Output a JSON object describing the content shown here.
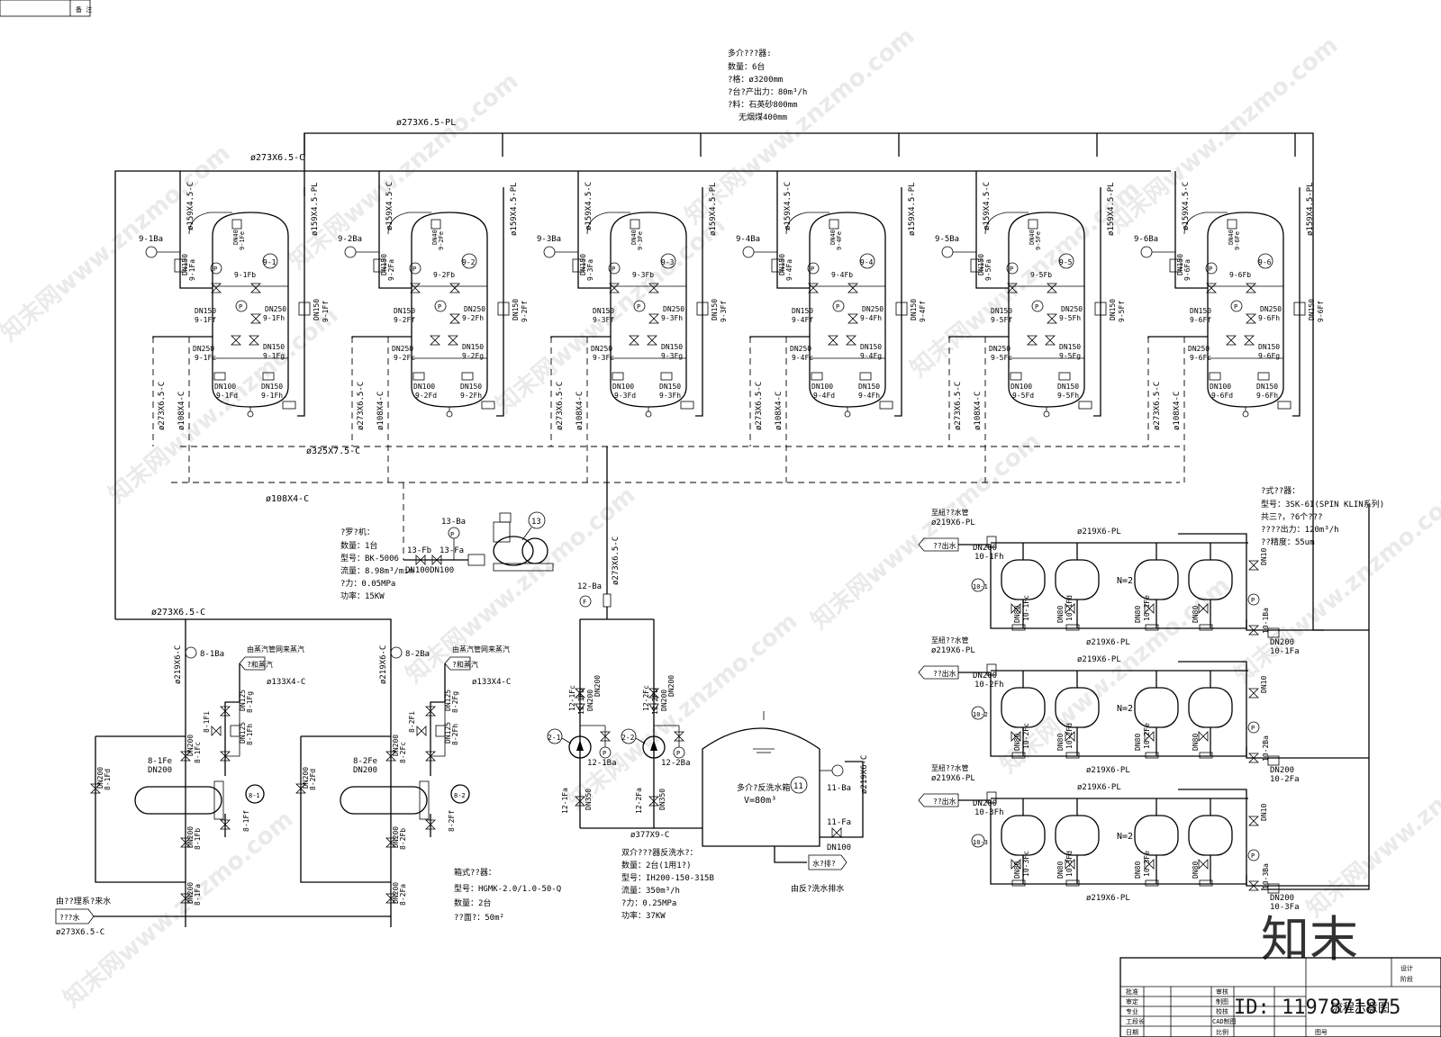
{
  "corner_label": "备 注",
  "filter_spec": {
    "title": "多介???器:",
    "lines": [
      "数量：6台",
      "?格：ø3200mm",
      "?台?产出力：80m³/h",
      "?料：石英砂800mm",
      "无烟煤400mm"
    ]
  },
  "pipes": {
    "top_pl": "ø273X6.5-PL",
    "top_c": "ø273X6.5-C",
    "riser_c": "ø159X4.5-C",
    "riser_pl": "ø159X4.5-PL",
    "drop_c": "ø273X6.5-C",
    "drop_small": "ø108X4-C",
    "collector": "ø325X7.5-C",
    "air_header": "ø108X4-C",
    "left_supply": "ø273X6.5-C",
    "hx_riser": "ø219X6-C",
    "steam_in": "ø133X4-C",
    "pump_out": "ø377X9-C",
    "pump_riser": "ø273X6.5-C",
    "inlet": "ø273X6.5-C",
    "soft_pl": "ø219X6-PL",
    "soft_out": "至紐??水管",
    "tank_side": "ø219X6-C",
    "soft_head": "ø219X6-PL"
  },
  "filters": [
    {
      "num": "9-1",
      "ba": "9-1Ba",
      "fa": "9-1Fa",
      "fb": "9-1Fb",
      "fc": "9-1Fc",
      "fd": "9-1Fd",
      "fe": "9-1Fe",
      "ff": "9-1Ff",
      "fg": "9-1Fg",
      "fh": "9-1Fh"
    },
    {
      "num": "9-2",
      "ba": "9-2Ba",
      "fa": "9-2Fa",
      "fb": "9-2Fb",
      "fc": "9-2Fc",
      "fd": "9-2Fd",
      "fe": "9-2Fe",
      "ff": "9-2Ff",
      "fg": "9-2Fg",
      "fh": "9-2Fh"
    },
    {
      "num": "9-3",
      "ba": "9-3Ba",
      "fa": "9-3Fa",
      "fb": "9-3Fb",
      "fc": "9-3Fc",
      "fd": "9-3Fd",
      "fe": "9-3Fe",
      "ff": "9-3Ff",
      "fg": "9-3Fg",
      "fh": "9-3Fh"
    },
    {
      "num": "9-4",
      "ba": "9-4Ba",
      "fa": "9-4Fa",
      "fb": "9-4Fb",
      "fc": "9-4Fc",
      "fd": "9-4Fd",
      "fe": "9-4Fe",
      "ff": "9-4Ff",
      "fg": "9-4Fg",
      "fh": "9-4Fh"
    },
    {
      "num": "9-5",
      "ba": "9-5Ba",
      "fa": "9-5Fa",
      "fb": "9-5Fb",
      "fc": "9-5Fc",
      "fd": "9-5Fd",
      "fe": "9-5Fe",
      "ff": "9-5Ff",
      "fg": "9-5Fg",
      "fh": "9-5Fh"
    },
    {
      "num": "9-6",
      "ba": "9-6Ba",
      "fa": "9-6Fa",
      "fb": "9-6Fb",
      "fc": "9-6Fc",
      "fd": "9-6Fd",
      "fe": "9-6Fe",
      "ff": "9-6Ff",
      "fg": "9-6Fg",
      "fh": "9-6Fh"
    }
  ],
  "dn": {
    "d150": "DN150",
    "d250": "DN250",
    "d100": "DN100",
    "d40": "DN40",
    "d200": "DN200",
    "d125": "DN125",
    "d350": "DN350",
    "d80": "DN80",
    "d10": "DN10"
  },
  "blower": {
    "title": "?罗?机：",
    "lines": [
      "数量：1台",
      "型号：BK-5006",
      "流量：8.98m³/min",
      "?力：0.05MPa",
      "功率：15KW"
    ],
    "tag": "13",
    "ba": "13-Ba",
    "fb": "13-Fb",
    "fa": "13-Fa",
    "dn": "DN100DN100"
  },
  "heaters": {
    "title": "箱式??器：",
    "lines": [
      "型号：HGMK-2.0/1.0-50-Q",
      "数量：2台",
      "??面?：50m²"
    ],
    "steam_label": "由蒸汽管网来蒸汽",
    "steam_box": "?和蒸汽",
    "units": [
      {
        "tag": "8-1",
        "ba": "8-1Ba",
        "fa": "8-1Fa",
        "fb": "8-1Fb",
        "fc": "8-1Fc",
        "fd": "8-1Fd",
        "fe": "8-1Fe",
        "ff": "8-1Ff",
        "fg": "8-1Fg",
        "fh": "8-1Fh",
        "fi": "8-1Fi"
      },
      {
        "tag": "8-2",
        "ba": "8-2Ba",
        "fa": "8-2Fa",
        "fb": "8-2Fb",
        "fc": "8-2Fc",
        "fd": "8-2Fd",
        "fe": "8-2Fe",
        "ff": "8-2Ff",
        "fg": "8-2Fg",
        "fh": "8-2Fh",
        "fi": "8-2Fi"
      }
    ],
    "inlet_label": "由??理系?来水",
    "inlet_box": "???水"
  },
  "pumps": {
    "title": "双介???器反洗水?：",
    "lines": [
      "数量：2台(1用1?)",
      "型号：IH200-150-315B",
      "流量：350m³/h",
      "?力：0.25MPa",
      "功率：37KW"
    ],
    "units": [
      {
        "tag": "2-1",
        "ba": "12-1Ba",
        "fa": "12-1Fa",
        "fb": "12-1Fb",
        "fc": "12-1Fc"
      },
      {
        "tag": "2-2",
        "ba": "12-2Ba",
        "fa": "12-2Fa",
        "fb": "12-2Fb",
        "fc": "12-2Fc"
      }
    ],
    "meter": "12-Ba",
    "meter_f": "F"
  },
  "tank": {
    "tag": "11",
    "name": "多介?反洗水箱",
    "vol": "V=80m³",
    "ba": "11-Ba",
    "fa": "11-Fa",
    "dn": "DN100",
    "drain_box": "水?排?",
    "drain_label": "由反?洗水排水"
  },
  "softeners": {
    "title": "?式??器：",
    "lines": [
      "型号：3SK-6I(SPIN KLIN系列)",
      "共三?，?6个???",
      "????出力：120m³/h",
      "??精度：55um"
    ],
    "n": "N=2",
    "out_box": "??出水",
    "groups": [
      {
        "tag": "10-1",
        "fh": "10-1Fh",
        "ba": "10-1Ba",
        "fa": "10-1Fa",
        "fc": "10-1Fc",
        "fd": "10-1Fd",
        "fe": "10-1Fe"
      },
      {
        "tag": "10-2",
        "fh": "10-2Fh",
        "ba": "10-2Ba",
        "fa": "10-2Fa",
        "fc": "10-2Fc",
        "fd": "10-2Fd",
        "fe": "10-2Fe"
      },
      {
        "tag": "10-3",
        "fh": "10-3Fh",
        "ba": "10-3Ba",
        "fa": "10-3Fa",
        "fc": "10-3Fc",
        "fd": "10-3Fd",
        "fe": "10-3Fe"
      }
    ]
  },
  "titleblock": {
    "r1": [
      "批准",
      "审核",
      "设计",
      "阶段"
    ],
    "r2": [
      "审定",
      "校核"
    ],
    "r3": [
      "专业",
      "制图"
    ],
    "r4": [
      "工段长",
      "CAD制图"
    ],
    "r5": [
      "日期",
      "比例",
      "图号"
    ],
    "drawing": "流程示意图"
  },
  "watermark": {
    "text": "知末网www.znzmo.com",
    "brand": "知末",
    "id": "ID: 1197871875"
  }
}
